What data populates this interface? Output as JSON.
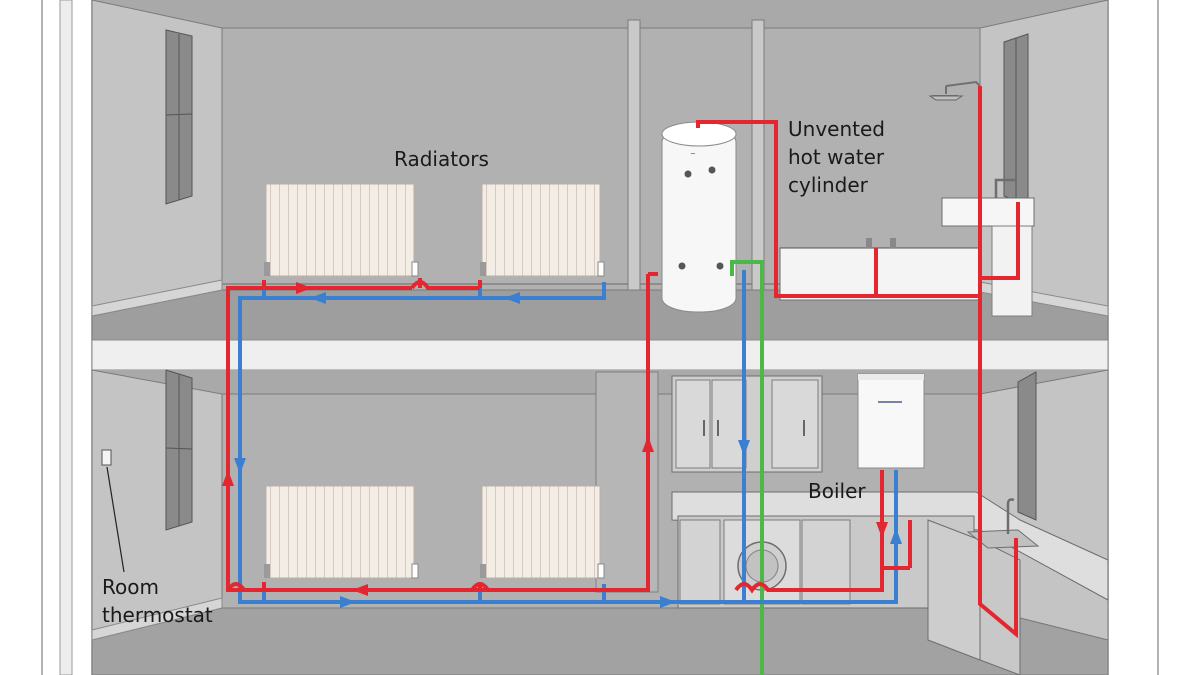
{
  "labels": {
    "radiators": "Radiators",
    "cylinder_line1": "Unvented",
    "cylinder_line2": "hot water",
    "cylinder_line3": "cylinder",
    "boiler": "Boiler",
    "thermostat_line1": "Room",
    "thermostat_line2": "thermostat"
  },
  "colors": {
    "hot_flow": "#e3262f",
    "cold_return": "#3b7fd0",
    "mains_supply": "#4cb848",
    "wall": "#a9a9a9",
    "wall_light": "#c4c4c4",
    "floor_slab": "#efefef",
    "outline": "#6a6a6a",
    "appliance": "#f7f7f7"
  }
}
